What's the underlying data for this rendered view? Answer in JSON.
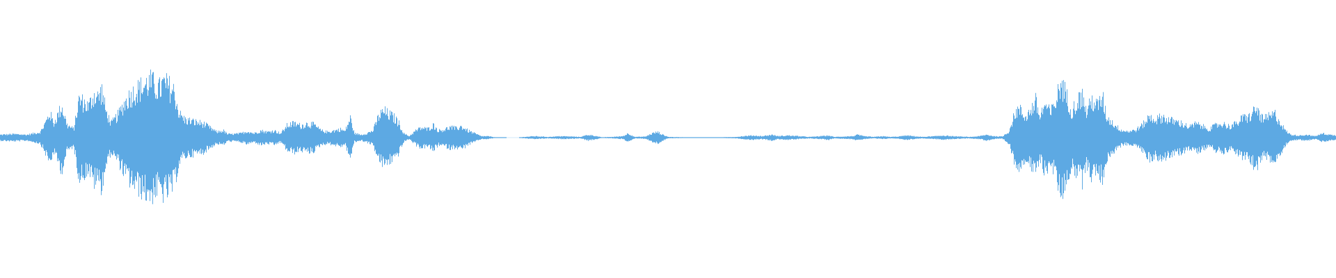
{
  "waveform": {
    "color": "#5DA9E3",
    "background": "#FFFFFF",
    "amplitude_envelope": [
      [
        0.0,
        0.04
      ],
      [
        0.01,
        0.05
      ],
      [
        0.02,
        0.04
      ],
      [
        0.03,
        0.08
      ],
      [
        0.034,
        0.22
      ],
      [
        0.037,
        0.35
      ],
      [
        0.04,
        0.2
      ],
      [
        0.046,
        0.45
      ],
      [
        0.05,
        0.18
      ],
      [
        0.055,
        0.12
      ],
      [
        0.059,
        0.55
      ],
      [
        0.063,
        0.5
      ],
      [
        0.066,
        0.44
      ],
      [
        0.07,
        0.62
      ],
      [
        0.073,
        0.58
      ],
      [
        0.076,
        0.68
      ],
      [
        0.079,
        0.38
      ],
      [
        0.083,
        0.2
      ],
      [
        0.088,
        0.32
      ],
      [
        0.093,
        0.5
      ],
      [
        0.097,
        0.6
      ],
      [
        0.102,
        0.68
      ],
      [
        0.107,
        0.74
      ],
      [
        0.11,
        0.78
      ],
      [
        0.113,
        0.8
      ],
      [
        0.116,
        0.74
      ],
      [
        0.119,
        0.7
      ],
      [
        0.122,
        0.78
      ],
      [
        0.126,
        0.74
      ],
      [
        0.13,
        0.66
      ],
      [
        0.134,
        0.34
      ],
      [
        0.138,
        0.26
      ],
      [
        0.142,
        0.24
      ],
      [
        0.147,
        0.22
      ],
      [
        0.152,
        0.2
      ],
      [
        0.157,
        0.14
      ],
      [
        0.162,
        0.08
      ],
      [
        0.167,
        0.1
      ],
      [
        0.17,
        0.05
      ],
      [
        0.175,
        0.05
      ],
      [
        0.18,
        0.06
      ],
      [
        0.185,
        0.09
      ],
      [
        0.19,
        0.06
      ],
      [
        0.195,
        0.1
      ],
      [
        0.2,
        0.08
      ],
      [
        0.205,
        0.1
      ],
      [
        0.21,
        0.06
      ],
      [
        0.215,
        0.18
      ],
      [
        0.22,
        0.2
      ],
      [
        0.225,
        0.17
      ],
      [
        0.23,
        0.2
      ],
      [
        0.235,
        0.18
      ],
      [
        0.24,
        0.1
      ],
      [
        0.245,
        0.08
      ],
      [
        0.25,
        0.1
      ],
      [
        0.255,
        0.12
      ],
      [
        0.258,
        0.09
      ],
      [
        0.262,
        0.28
      ],
      [
        0.265,
        0.06
      ],
      [
        0.27,
        0.04
      ],
      [
        0.274,
        0.06
      ],
      [
        0.279,
        0.1
      ],
      [
        0.283,
        0.3
      ],
      [
        0.287,
        0.38
      ],
      [
        0.29,
        0.34
      ],
      [
        0.294,
        0.3
      ],
      [
        0.298,
        0.22
      ],
      [
        0.302,
        0.06
      ],
      [
        0.306,
        0.02
      ],
      [
        0.311,
        0.1
      ],
      [
        0.315,
        0.14
      ],
      [
        0.32,
        0.12
      ],
      [
        0.324,
        0.18
      ],
      [
        0.328,
        0.1
      ],
      [
        0.333,
        0.12
      ],
      [
        0.337,
        0.15
      ],
      [
        0.341,
        0.13
      ],
      [
        0.345,
        0.16
      ],
      [
        0.35,
        0.1
      ],
      [
        0.355,
        0.06
      ],
      [
        0.36,
        0.02
      ],
      [
        0.365,
        0.02
      ],
      [
        0.37,
        0.005
      ],
      [
        0.38,
        0.0
      ],
      [
        0.388,
        0.0
      ],
      [
        0.392,
        0.01
      ],
      [
        0.4,
        0.02
      ],
      [
        0.41,
        0.01
      ],
      [
        0.42,
        0.02
      ],
      [
        0.428,
        0.015
      ],
      [
        0.434,
        0.01
      ],
      [
        0.44,
        0.04
      ],
      [
        0.444,
        0.03
      ],
      [
        0.45,
        0.005
      ],
      [
        0.458,
        0.01
      ],
      [
        0.466,
        0.02
      ],
      [
        0.47,
        0.06
      ],
      [
        0.475,
        0.01
      ],
      [
        0.483,
        0.015
      ],
      [
        0.488,
        0.06
      ],
      [
        0.492,
        0.08
      ],
      [
        0.496,
        0.04
      ],
      [
        0.5,
        0.01
      ],
      [
        0.512,
        0.005
      ],
      [
        0.528,
        0.005
      ],
      [
        0.54,
        0.005
      ],
      [
        0.551,
        0.01
      ],
      [
        0.556,
        0.02
      ],
      [
        0.563,
        0.03
      ],
      [
        0.57,
        0.02
      ],
      [
        0.578,
        0.04
      ],
      [
        0.582,
        0.02
      ],
      [
        0.59,
        0.03
      ],
      [
        0.598,
        0.02
      ],
      [
        0.606,
        0.01
      ],
      [
        0.614,
        0.02
      ],
      [
        0.62,
        0.03
      ],
      [
        0.624,
        0.01
      ],
      [
        0.631,
        0.015
      ],
      [
        0.638,
        0.02
      ],
      [
        0.642,
        0.04
      ],
      [
        0.646,
        0.02
      ],
      [
        0.654,
        0.01
      ],
      [
        0.66,
        0.02
      ],
      [
        0.666,
        0.01
      ],
      [
        0.672,
        0.015
      ],
      [
        0.678,
        0.03
      ],
      [
        0.684,
        0.02
      ],
      [
        0.69,
        0.01
      ],
      [
        0.7,
        0.02
      ],
      [
        0.706,
        0.03
      ],
      [
        0.712,
        0.02
      ],
      [
        0.718,
        0.015
      ],
      [
        0.726,
        0.01
      ],
      [
        0.733,
        0.02
      ],
      [
        0.738,
        0.04
      ],
      [
        0.744,
        0.02
      ],
      [
        0.75,
        0.015
      ],
      [
        0.755,
        0.09
      ],
      [
        0.76,
        0.38
      ],
      [
        0.763,
        0.4
      ],
      [
        0.767,
        0.3
      ],
      [
        0.771,
        0.38
      ],
      [
        0.775,
        0.52
      ],
      [
        0.778,
        0.3
      ],
      [
        0.782,
        0.48
      ],
      [
        0.786,
        0.35
      ],
      [
        0.79,
        0.52
      ],
      [
        0.794,
        0.8
      ],
      [
        0.798,
        0.6
      ],
      [
        0.802,
        0.38
      ],
      [
        0.806,
        0.52
      ],
      [
        0.81,
        0.6
      ],
      [
        0.813,
        0.36
      ],
      [
        0.817,
        0.54
      ],
      [
        0.821,
        0.45
      ],
      [
        0.825,
        0.58
      ],
      [
        0.828,
        0.3
      ],
      [
        0.832,
        0.22
      ],
      [
        0.836,
        0.15
      ],
      [
        0.84,
        0.1
      ],
      [
        0.845,
        0.09
      ],
      [
        0.85,
        0.11
      ],
      [
        0.855,
        0.18
      ],
      [
        0.86,
        0.3
      ],
      [
        0.865,
        0.26
      ],
      [
        0.87,
        0.3
      ],
      [
        0.875,
        0.25
      ],
      [
        0.88,
        0.23
      ],
      [
        0.885,
        0.2
      ],
      [
        0.89,
        0.15
      ],
      [
        0.895,
        0.2
      ],
      [
        0.9,
        0.16
      ],
      [
        0.905,
        0.12
      ],
      [
        0.91,
        0.18
      ],
      [
        0.915,
        0.2
      ],
      [
        0.92,
        0.16
      ],
      [
        0.925,
        0.2
      ],
      [
        0.93,
        0.28
      ],
      [
        0.935,
        0.3
      ],
      [
        0.94,
        0.42
      ],
      [
        0.945,
        0.26
      ],
      [
        0.95,
        0.3
      ],
      [
        0.954,
        0.34
      ],
      [
        0.958,
        0.22
      ],
      [
        0.962,
        0.1
      ],
      [
        0.966,
        0.04
      ],
      [
        0.972,
        0.03
      ],
      [
        0.978,
        0.04
      ],
      [
        0.984,
        0.02
      ],
      [
        0.99,
        0.06
      ],
      [
        0.995,
        0.04
      ],
      [
        1.0,
        0.03
      ]
    ]
  }
}
